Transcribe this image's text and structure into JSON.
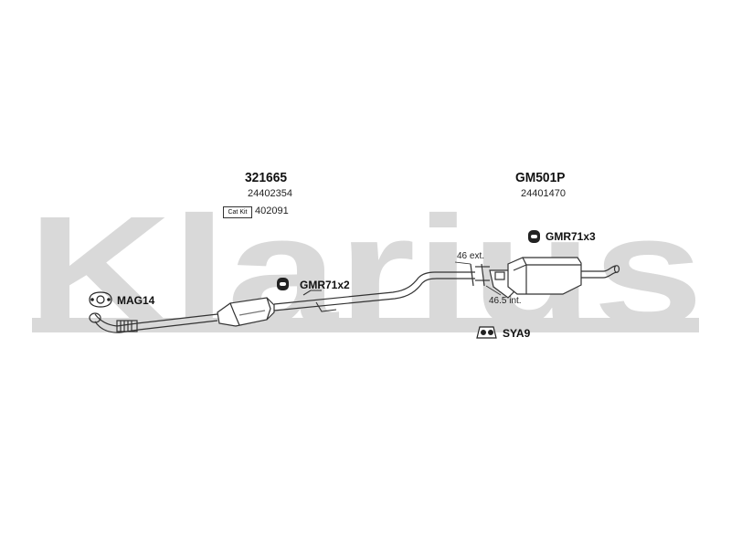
{
  "brand": {
    "watermark_text": "Klarius",
    "watermark_color": "#d8d8d8"
  },
  "parts": {
    "catalyst": {
      "code": "321665",
      "oe_number": "24402354",
      "cat_kit_label": "Cat Kit",
      "cat_kit_number": "402091"
    },
    "rear_silencer": {
      "code": "GM501P",
      "oe_number": "24401470"
    },
    "gasket": {
      "code": "MAG14"
    },
    "mount_front": {
      "code": "GMR71x2"
    },
    "mount_rear": {
      "code": "GMR71x3"
    },
    "rubber": {
      "code": "SYA9"
    }
  },
  "joint_notes": {
    "ext": "46 ext.",
    "int": "46.5 int."
  },
  "colors": {
    "line": "#333333",
    "text": "#111111"
  }
}
